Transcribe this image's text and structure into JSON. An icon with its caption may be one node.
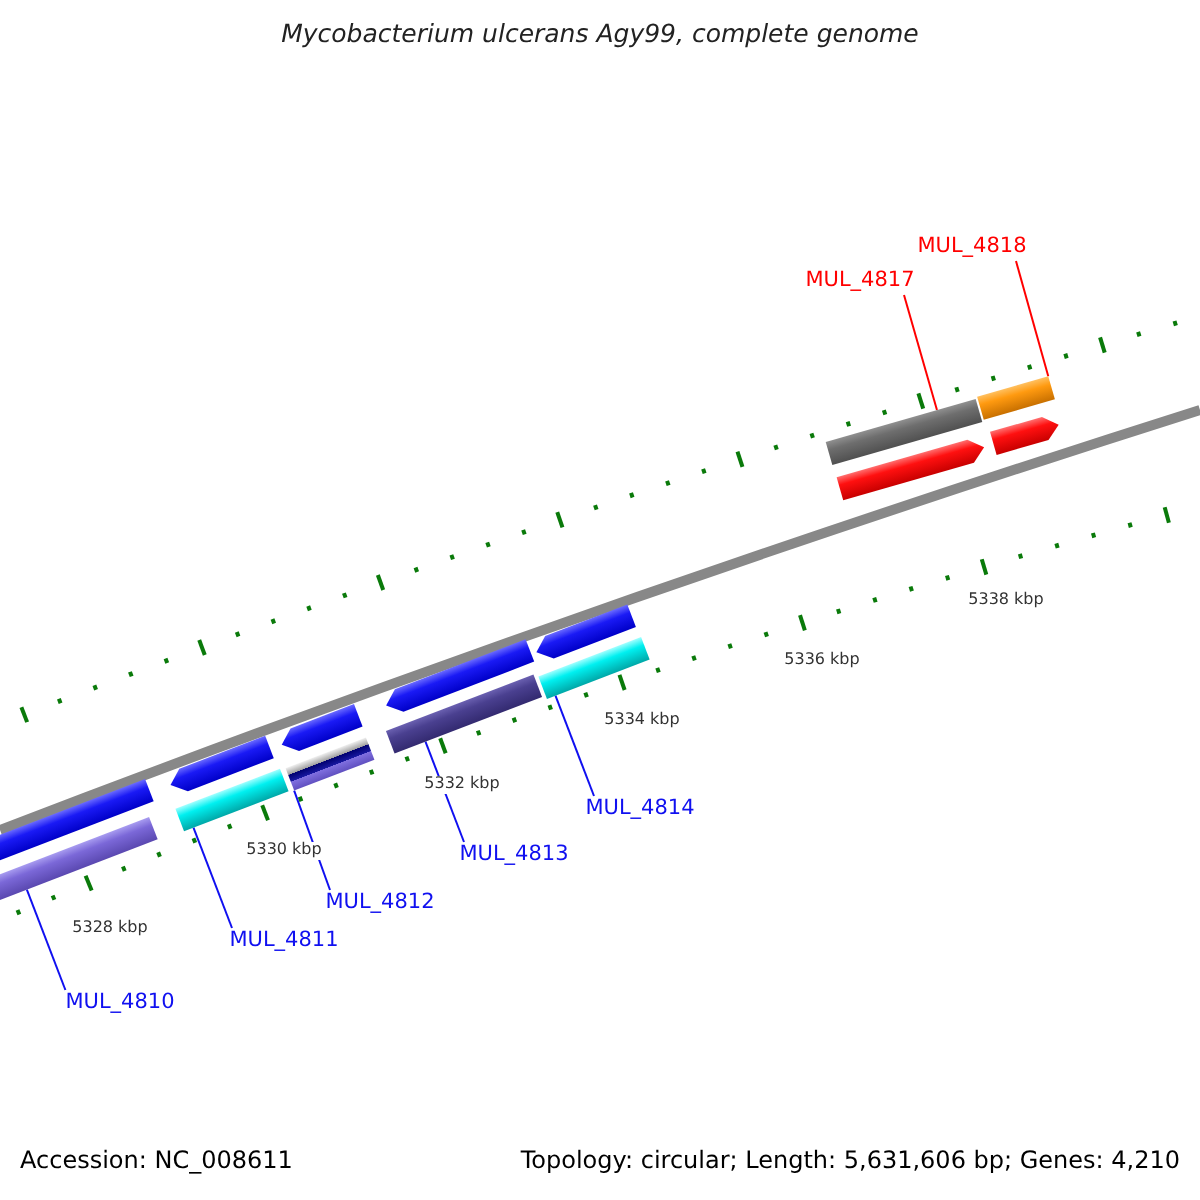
{
  "diagram": {
    "title": "Mycobacterium ulcerans Agy99, complete genome",
    "nodes": [
      {
        "text": [
          "MUL_4818"
        ]
      },
      {
        "text": [
          "MUL_4817"
        ]
      },
      {
        "text": [
          "MUL_4814"
        ]
      },
      {
        "text": [
          "MUL_4813"
        ]
      },
      {
        "text": [
          "MUL_4812"
        ]
      },
      {
        "text": [
          "MUL_4811"
        ]
      },
      {
        "text": [
          "MUL_4810"
        ]
      },
      {
        "text": [],
        "shape": "arrow"
      },
      {
        "text": [],
        "shape": "bar"
      },
      {
        "text": [],
        "shape": "arrow"
      },
      {
        "text": [],
        "shape": "bar"
      },
      {
        "text": [],
        "shape": "arrow"
      },
      {
        "text": [],
        "shape": "bar"
      },
      {
        "text": [],
        "shape": "arrow"
      },
      {
        "text": [],
        "shape": "bar"
      },
      {
        "text": [],
        "shape": "arrow"
      },
      {
        "text": [],
        "shape": "bar"
      },
      {
        "text": [],
        "shape": "bar"
      },
      {
        "text": [],
        "shape": "arrow"
      },
      {
        "text": [],
        "shape": "bar"
      },
      {
        "text": [],
        "shape": "arrow"
      }
    ],
    "edges": [
      {
        "from": 0,
        "to": 19,
        "arrow": "none",
        "color": "#ff0000"
      },
      {
        "from": 1,
        "to": 17,
        "arrow": "none",
        "color": "#ff0000"
      },
      {
        "from": 2,
        "to": 16,
        "arrow": "none"
      },
      {
        "from": 3,
        "to": 14,
        "arrow": "none"
      },
      {
        "from": 4,
        "to": 12,
        "arrow": "none"
      },
      {
        "from": 5,
        "to": 10,
        "arrow": "none"
      },
      {
        "from": 6,
        "to": 8,
        "arrow": "none"
      }
    ],
    "labels": [
      "5338 kbp",
      "5336 kbp",
      "5334 kbp",
      "5332 kbp",
      "5330 kbp",
      "5328 kbp",
      "Accession: NC_008611",
      "Topology: circular; Length: 5,631,606 bp; Genes: 4,210"
    ]
  }
}
